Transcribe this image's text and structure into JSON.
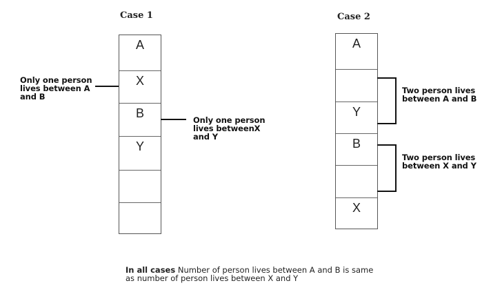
{
  "case1": {
    "title": "Case 1",
    "cells": [
      "A",
      "X",
      "B",
      "Y",
      "",
      ""
    ],
    "notes": [
      {
        "lines": [
          "Only one person",
          "lives between A",
          "and B"
        ]
      },
      {
        "lines": [
          "Only one person",
          "lives betweenX",
          "and Y"
        ]
      }
    ]
  },
  "case2": {
    "title": "Case 2",
    "cells": [
      "A",
      "",
      "Y",
      "B",
      "",
      "X"
    ],
    "notes": [
      {
        "lines": [
          "Two person lives",
          "between A and B"
        ]
      },
      {
        "lines": [
          "Two person lives",
          "between X and Y"
        ]
      }
    ]
  },
  "footer": {
    "bold": "In all cases",
    "line1": " Number of person lives between A and B is same",
    "line2": "as number of person lives between X and Y"
  }
}
